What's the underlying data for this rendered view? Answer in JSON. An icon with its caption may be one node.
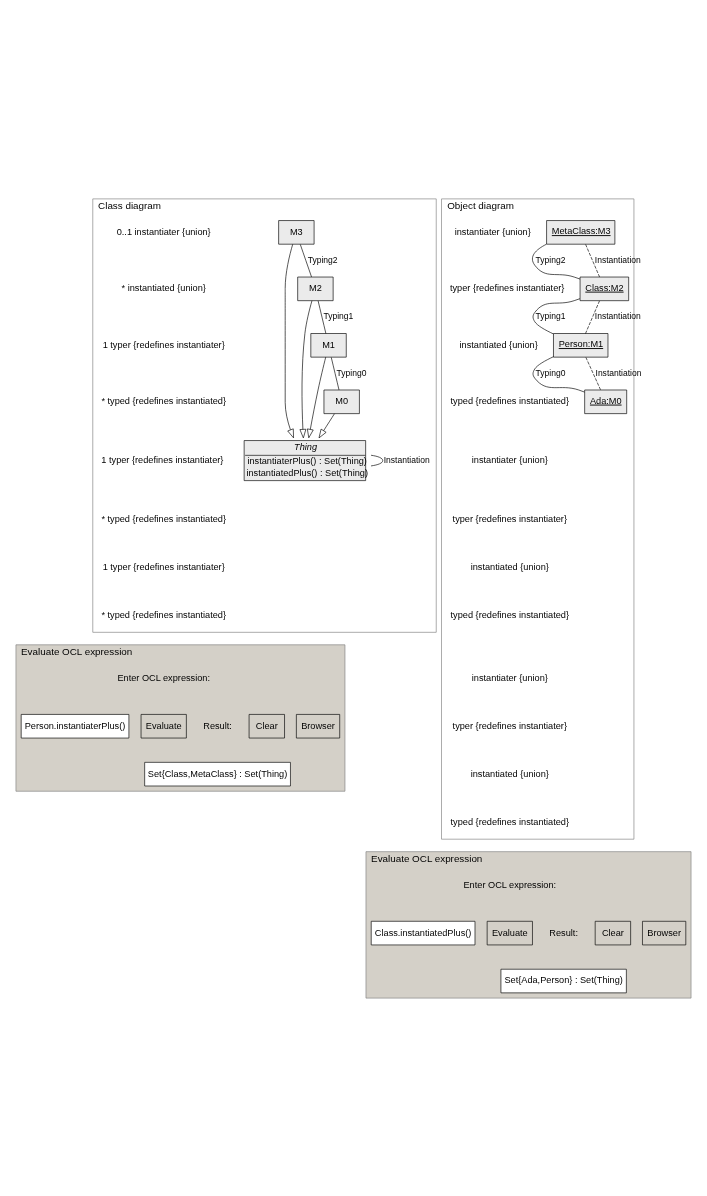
{
  "diagram": {
    "nodes": [
      {
        "text": [
          "Class diagram"
        ]
      },
      {
        "text": [
          "Thing",
          "instantiaterPlus() : Set(Thing)",
          "instantiatedPlus() : Set(Thing)"
        ],
        "in": 0
      },
      {
        "text": [
          "M3"
        ],
        "in": 0
      },
      {
        "text": [
          "M2"
        ],
        "in": 0
      },
      {
        "text": [
          "M1"
        ],
        "in": 0
      },
      {
        "text": [
          "M0"
        ],
        "in": 0
      },
      {
        "text": [
          "Object diagram"
        ]
      },
      {
        "text": [
          "MetaClass:M3"
        ],
        "in": 6
      },
      {
        "text": [
          "Class:M2"
        ],
        "in": 6
      },
      {
        "text": [
          "Person:M1"
        ],
        "in": 6
      },
      {
        "text": [
          "Ada:M0"
        ],
        "in": 6
      },
      {
        "text": [
          "Evaluate OCL expression"
        ]
      },
      {
        "text": [
          "Person.instantiaterPlus()"
        ],
        "in": 11
      },
      {
        "text": [
          "Set{Class,MetaClass} : Set(Thing)"
        ],
        "in": 11
      },
      {
        "text": [
          "Evaluate"
        ],
        "in": 11
      },
      {
        "text": [
          "Browser"
        ],
        "in": 11
      },
      {
        "text": [
          "Clear"
        ],
        "in": 11
      },
      {
        "text": [
          "Evaluate OCL expression"
        ]
      },
      {
        "text": [
          "Class.instantiatedPlus()"
        ],
        "in": 17
      },
      {
        "text": [
          "Set{Ada,Person} : Set(Thing)"
        ],
        "in": 17
      },
      {
        "text": [
          "Evaluate"
        ],
        "in": 17
      },
      {
        "text": [
          "Browser"
        ],
        "in": 17
      },
      {
        "text": [
          "Clear"
        ],
        "in": 17
      }
    ],
    "edges": [
      {
        "from": 1,
        "to": 1,
        "arrow": "none",
        "label": "Instantiation"
      },
      {
        "from": 2,
        "to": 1,
        "arrow": "to"
      },
      {
        "from": 3,
        "to": 1,
        "arrow": "to"
      },
      {
        "from": 4,
        "to": 1,
        "arrow": "to"
      },
      {
        "from": 5,
        "to": 1,
        "arrow": "to"
      },
      {
        "from": 2,
        "to": 3,
        "arrow": "none",
        "label": "Typing2"
      },
      {
        "from": 3,
        "to": 4,
        "arrow": "none",
        "label": "Typing1"
      },
      {
        "from": 4,
        "to": 5,
        "arrow": "none",
        "label": "Typing0"
      },
      {
        "from": 7,
        "to": 8,
        "arrow": "none",
        "label": "Typing2"
      },
      {
        "from": 7,
        "to": 8,
        "arrow": "none",
        "label": "Instantiation",
        "style": "dashed"
      },
      {
        "from": 8,
        "to": 9,
        "arrow": "none",
        "label": "Typing1"
      },
      {
        "from": 8,
        "to": 9,
        "arrow": "none",
        "label": "Instantiation",
        "style": "dashed"
      },
      {
        "from": 9,
        "to": 10,
        "arrow": "none",
        "label": "Typing0"
      },
      {
        "from": 9,
        "to": 10,
        "arrow": "none",
        "label": "Instantiation",
        "style": "dashed"
      }
    ],
    "labels": [
      "0..1 instantiater {union}",
      "* instantiated {union}",
      "1 typer {redefines instantiater}",
      "* typed {redefines instantiated}",
      "1 typer {redefines instantiater}",
      "* typed {redefines instantiated}",
      "1 typer {redefines instantiater}",
      "* typed {redefines instantiated}",
      "instantiater {union}",
      "typer {redefines instantiater}",
      "instantiated {union}",
      "typed {redefines instantiated}",
      "instantiater {union}",
      "typer {redefines instantiater}",
      "instantiated {union}",
      "typed {redefines instantiated}",
      "instantiater {union}",
      "typer {redefines instantiater}",
      "instantiated {union}",
      "typed {redefines instantiated}",
      "Enter OCL expression:",
      "Result:",
      "Enter OCL expression:",
      "Result:"
    ]
  }
}
